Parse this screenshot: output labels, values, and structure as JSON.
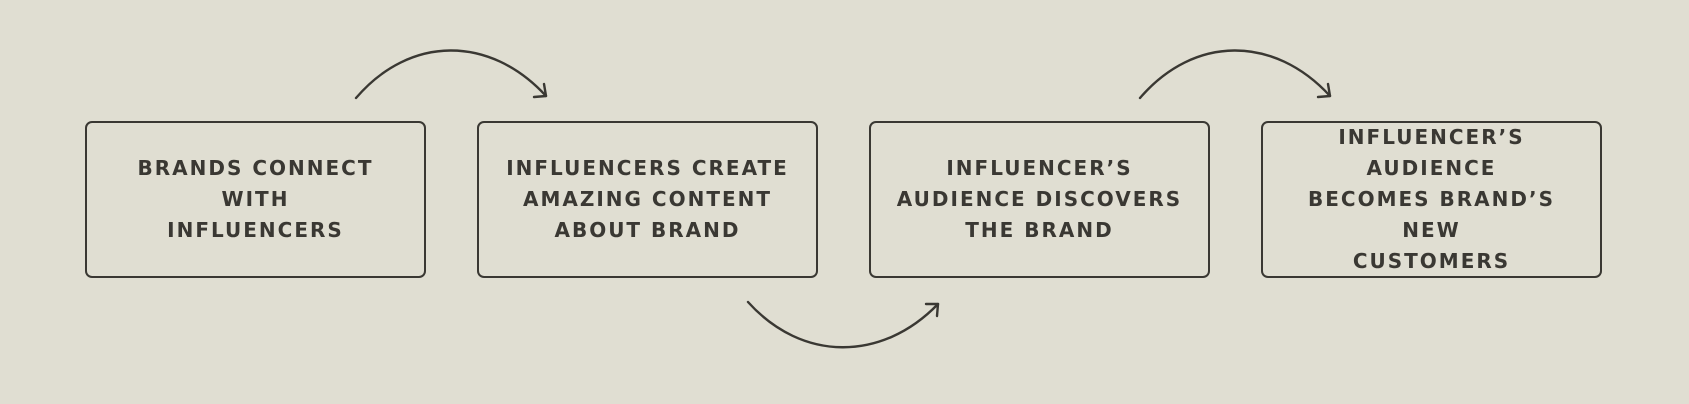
{
  "steps": [
    {
      "label": "BRANDS CONNECT WITH\nINFLUENCERS"
    },
    {
      "label": "INFLUENCERS CREATE\nAMAZING CONTENT\nABOUT BRAND"
    },
    {
      "label": "INFLUENCER’S\nAUDIENCE DISCOVERS\nTHE BRAND"
    },
    {
      "label": "INFLUENCER’S AUDIENCE\nBECOMES BRAND’S NEW\nCUSTOMERS"
    }
  ],
  "colors": {
    "background": "#e0ded2",
    "stroke": "#3a3833",
    "text": "#3a3833"
  },
  "connectors": [
    {
      "from": 1,
      "to": 2,
      "direction": "over"
    },
    {
      "from": 2,
      "to": 3,
      "direction": "under"
    },
    {
      "from": 3,
      "to": 4,
      "direction": "over"
    }
  ]
}
